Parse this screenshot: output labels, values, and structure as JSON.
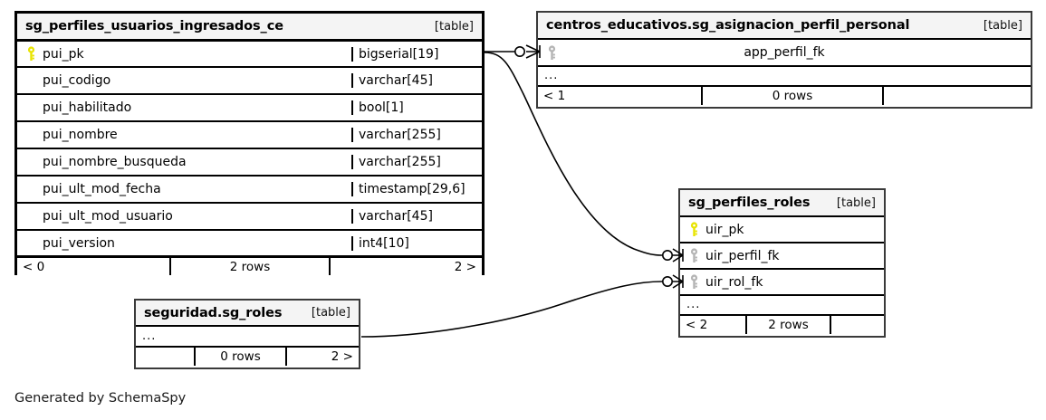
{
  "diagram": {
    "generator_caption": "Generated by SchemaSpy",
    "table_tag": "[table]",
    "ellipsis": "...",
    "colors": {
      "primary_key_icon": "#e8e400",
      "foreign_key_icon": "#b4b4b4",
      "title_background": "#f4f4f4",
      "border": "#000000",
      "canvas": "#ffffff"
    }
  },
  "tables": [
    {
      "id": "sg_perfiles_usuarios_ingresados_ce",
      "name": "sg_perfiles_usuarios_ingresados_ce",
      "tag": "[table]",
      "columns": [
        {
          "name": "pui_pk",
          "type": "bigserial[19]",
          "key": "primary"
        },
        {
          "name": "pui_codigo",
          "type": "varchar[45]",
          "key": "none"
        },
        {
          "name": "pui_habilitado",
          "type": "bool[1]",
          "key": "none"
        },
        {
          "name": "pui_nombre",
          "type": "varchar[255]",
          "key": "none"
        },
        {
          "name": "pui_nombre_busqueda",
          "type": "varchar[255]",
          "key": "none"
        },
        {
          "name": "pui_ult_mod_fecha",
          "type": "timestamp[29,6]",
          "key": "none"
        },
        {
          "name": "pui_ult_mod_usuario",
          "type": "varchar[45]",
          "key": "none"
        },
        {
          "name": "pui_version",
          "type": "int4[10]",
          "key": "none"
        }
      ],
      "footer": {
        "left": "< 0",
        "middle": "2 rows",
        "right": "2 >"
      }
    },
    {
      "id": "centros_educativos.sg_asignacion_perfil_personal",
      "name": "centros_educativos.sg_asignacion_perfil_personal",
      "tag": "[table]",
      "columns": [
        {
          "name": "app_perfil_fk",
          "type": "",
          "key": "foreign"
        }
      ],
      "has_ellipsis_row": true,
      "footer": {
        "left": "< 1",
        "middle": "0 rows",
        "right": ""
      }
    },
    {
      "id": "sg_perfiles_roles",
      "name": "sg_perfiles_roles",
      "tag": "[table]",
      "columns": [
        {
          "name": "uir_pk",
          "type": "",
          "key": "primary"
        },
        {
          "name": "uir_perfil_fk",
          "type": "",
          "key": "foreign"
        },
        {
          "name": "uir_rol_fk",
          "type": "",
          "key": "foreign"
        }
      ],
      "has_ellipsis_row": true,
      "footer": {
        "left": "< 2",
        "middle": "2 rows",
        "right": ""
      }
    },
    {
      "id": "seguridad.sg_roles",
      "name": "seguridad.sg_roles",
      "tag": "[table]",
      "columns": [],
      "has_ellipsis_row": true,
      "footer": {
        "left": "",
        "middle": "0 rows",
        "right": "2 >"
      }
    }
  ],
  "relationships": [
    {
      "from": "sg_perfiles_usuarios_ingresados_ce.pui_pk",
      "to": "centros_educativos.sg_asignacion_perfil_personal.app_perfil_fk"
    },
    {
      "from": "sg_perfiles_usuarios_ingresados_ce.pui_pk",
      "to": "sg_perfiles_roles.uir_perfil_fk"
    },
    {
      "from": "seguridad.sg_roles",
      "to": "sg_perfiles_roles.uir_rol_fk"
    }
  ]
}
